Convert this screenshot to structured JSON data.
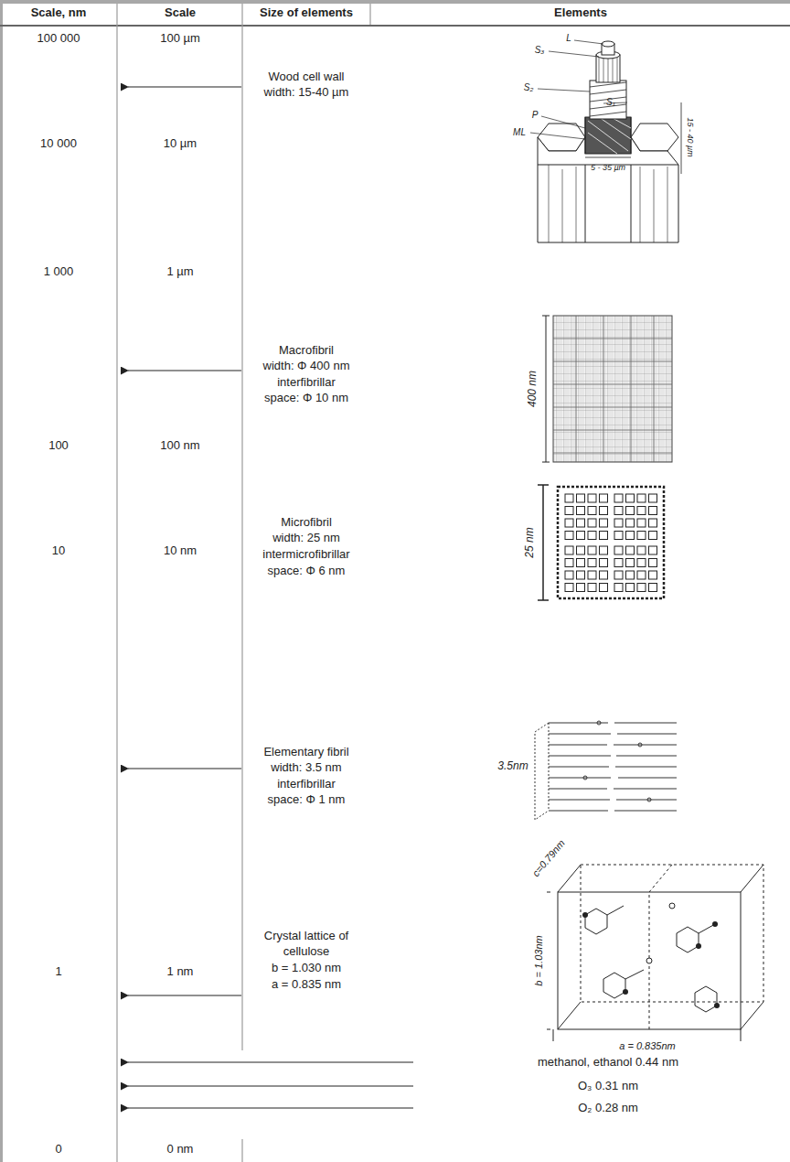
{
  "diagram": {
    "labels": [
      "Scale, nm",
      "Scale",
      "Size of elements",
      "Elements",
      "100 000",
      "100 µm",
      "Wood cell wall",
      "width: 15-40 µm",
      "S₃",
      "L",
      "S₂",
      "S₁",
      "P",
      "ML",
      "15 - 40 µm",
      "5 - 35 µm",
      "10 000",
      "10 µm",
      "1 000",
      "1 µm",
      "Macrofibril",
      "width: Φ 400 nm",
      "interfibrillar",
      "space: Φ 10 nm",
      "400 nm",
      "100",
      "100 nm",
      "Microfibril",
      "width: 25 nm",
      "intermicrofibrillar",
      "space: Φ 6 nm",
      "10",
      "10 nm",
      "25 nm",
      "Elementary fibril",
      "width: 3.5 nm",
      "interfibrillar",
      "space: Φ 1 nm",
      "3.5nm",
      "c=0.79nm",
      "b = 1.03nm",
      "a = 0.835nm",
      "Crystal lattice of",
      "cellulose",
      "b = 1.030 nm",
      "a = 0.835 nm",
      "1",
      "1 nm",
      "methanol, ethanol 0.44 nm",
      "O₃ 0.31 nm",
      "O₂ 0.28 nm",
      "0",
      "0 nm"
    ]
  }
}
